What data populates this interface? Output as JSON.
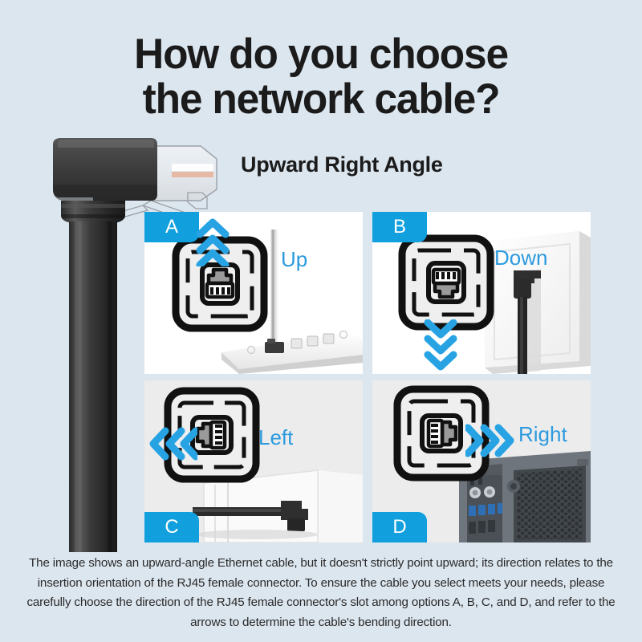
{
  "background_color": "#dce6ef",
  "accent_color": "#11a0dd",
  "title": {
    "line1": "How do you choose",
    "line2": "the network cable?"
  },
  "subtitle": "Upward Right Angle",
  "hero": {
    "icon": "right-angle-rj45-cable"
  },
  "panels": [
    {
      "id": "A",
      "badge": "A",
      "badge_position": "top-left",
      "direction_label": "Up",
      "arrow_direction": "up",
      "socket_orientation": "tab-up",
      "scene": "router-with-vertical-cable",
      "background": "#ffffff"
    },
    {
      "id": "B",
      "badge": "B",
      "badge_position": "top-left",
      "direction_label": "Down",
      "arrow_direction": "down",
      "socket_orientation": "tab-down",
      "scene": "wall-plate-with-cable",
      "background": "#ffffff"
    },
    {
      "id": "C",
      "badge": "C",
      "badge_position": "bottom-left",
      "direction_label": "Left",
      "arrow_direction": "left",
      "socket_orientation": "tab-left",
      "scene": "monitor-stand-with-cable",
      "background": "#ececec"
    },
    {
      "id": "D",
      "badge": "D",
      "badge_position": "bottom-left",
      "direction_label": "Right",
      "arrow_direction": "right",
      "socket_orientation": "tab-right",
      "scene": "pc-tower-rear-ports",
      "background": "#ececec"
    }
  ],
  "description": "The image shows an upward-angle Ethernet cable, but it doesn't strictly point upward; its direction relates to the insertion orientation of the RJ45 female connector. To ensure the cable you select meets your needs, please carefully choose the direction of the RJ45 female connector's slot among options A, B, C, and D, and refer to the arrows to determine the cable's bending direction."
}
